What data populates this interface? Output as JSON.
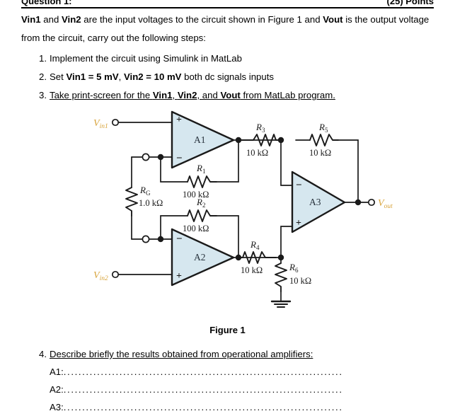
{
  "header": {
    "question_label": "Question 1:",
    "points_label": "(25) Points"
  },
  "intro": {
    "line": "Vin1 and Vin2 are the input voltages to the circuit shown in Figure 1 and Vout is the output voltage from the circuit, carry out the following steps:"
  },
  "steps": [
    {
      "num": "1.",
      "text": "Implement the circuit using Simulink in MatLab"
    },
    {
      "num": "2.",
      "text": "Set Vin1 = 5 mV, Vin2 = 10 mV both dc signals inputs"
    },
    {
      "num": "3.",
      "text": "Take print-screen for the Vin1, Vin2, and Vout from MatLab program."
    }
  ],
  "figure": {
    "caption": "Figure 1"
  },
  "question4": {
    "num": "4.",
    "text": "Describe briefly the results obtained from operational amplifiers:",
    "answers": [
      {
        "label": "A1:",
        "dots": "..........................................................................."
      },
      {
        "label": "A2:",
        "dots": "..........................................................................."
      },
      {
        "label": "A3:",
        "dots": "..........................................................................."
      }
    ]
  },
  "circuit": {
    "colors": {
      "opamp_fill": "#d6e7ef",
      "wire": "#1a1a1a",
      "terminal_label": "#d8a43c"
    },
    "terminals": {
      "vin1": "Vin1",
      "vin2": "Vin2",
      "vout": "Vout"
    },
    "opamps": [
      {
        "name": "A1"
      },
      {
        "name": "A2"
      },
      {
        "name": "A3"
      }
    ],
    "resistors": [
      {
        "name": "R1",
        "value": "100 kΩ"
      },
      {
        "name": "R2",
        "value": "100 kΩ"
      },
      {
        "name": "R3",
        "value": "10 kΩ"
      },
      {
        "name": "R4",
        "value": "10 kΩ"
      },
      {
        "name": "R5",
        "value": "10 kΩ"
      },
      {
        "name": "R6",
        "value": "10 kΩ"
      },
      {
        "name": "RG",
        "value": "1.0 kΩ"
      }
    ],
    "pin_signs": {
      "plus": "+",
      "minus": "−"
    }
  }
}
